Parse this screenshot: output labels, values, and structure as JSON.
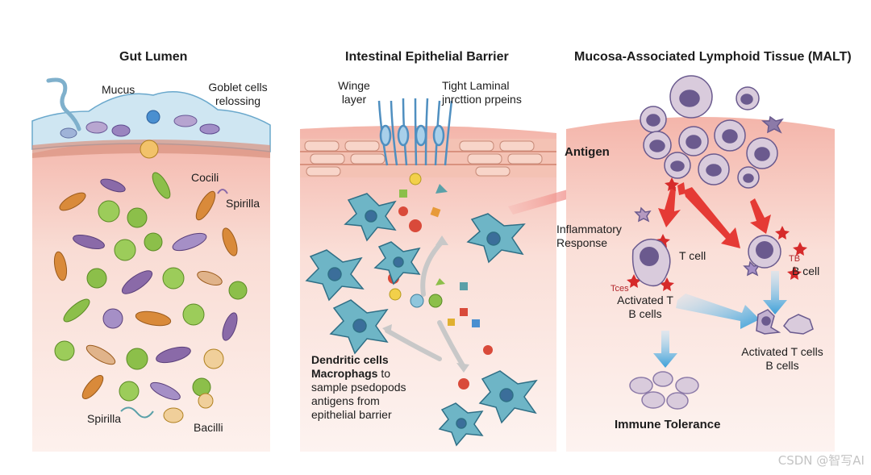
{
  "panels": {
    "gut_lumen": {
      "title": "Gut Lumen",
      "labels": {
        "mucus": "Mucus",
        "goblet_l1": "Goblet cells",
        "goblet_l2": "relossing",
        "cocci": "Cocili",
        "spirilla_top": "Spirilla",
        "spirilla_bottom": "Spirilla",
        "bacilli": "Bacilli"
      }
    },
    "epithelial": {
      "title": "Intestinal Epithelial Barrier",
      "labels": {
        "winge_l1": "Winge",
        "winge_l2": "layer",
        "tight_l1": "Tight Laminal",
        "tight_l2": "jnrcttion prpeins",
        "dendritic_l1": "Dendritic cells",
        "dendritic_l2a": "Macrophags",
        "dendritic_l2b": " to",
        "dendritic_l3": "sample psedopods",
        "dendritic_l4": "antigens from",
        "dendritic_l5": "epithelial barrier"
      }
    },
    "malt": {
      "title": "Mucosa-Associated Lymphoid Tissue (MALT)",
      "labels": {
        "antigen": "Antigen",
        "inflam_l1": "Inflammatory",
        "inflam_l2": "Response",
        "t_cell": "T cell",
        "tb": "TB",
        "b_cell": "B cell",
        "tces": "Tces",
        "activated_l1": "Activated T",
        "activated_l2": "B cells",
        "activated_right_l1": "Activated T cells",
        "activated_right_l2": "B cells",
        "immune_tolerance": "Immune Tolerance"
      }
    }
  },
  "watermark": "CSDN @智写AI",
  "colors": {
    "tissue": "#f8d8d0",
    "mucus": "#cfe6f2",
    "dendritic": "#6eb5c6",
    "lymphocyte": "#d9cbdc",
    "nucleus": "#6b5a8e",
    "arrow_red": "#e53a35",
    "arrow_blue": "#5aaedc",
    "bacteria_green": "#8cbf4a",
    "bacteria_orange": "#d98a3a",
    "bacteria_purple": "#8a6aa8"
  }
}
